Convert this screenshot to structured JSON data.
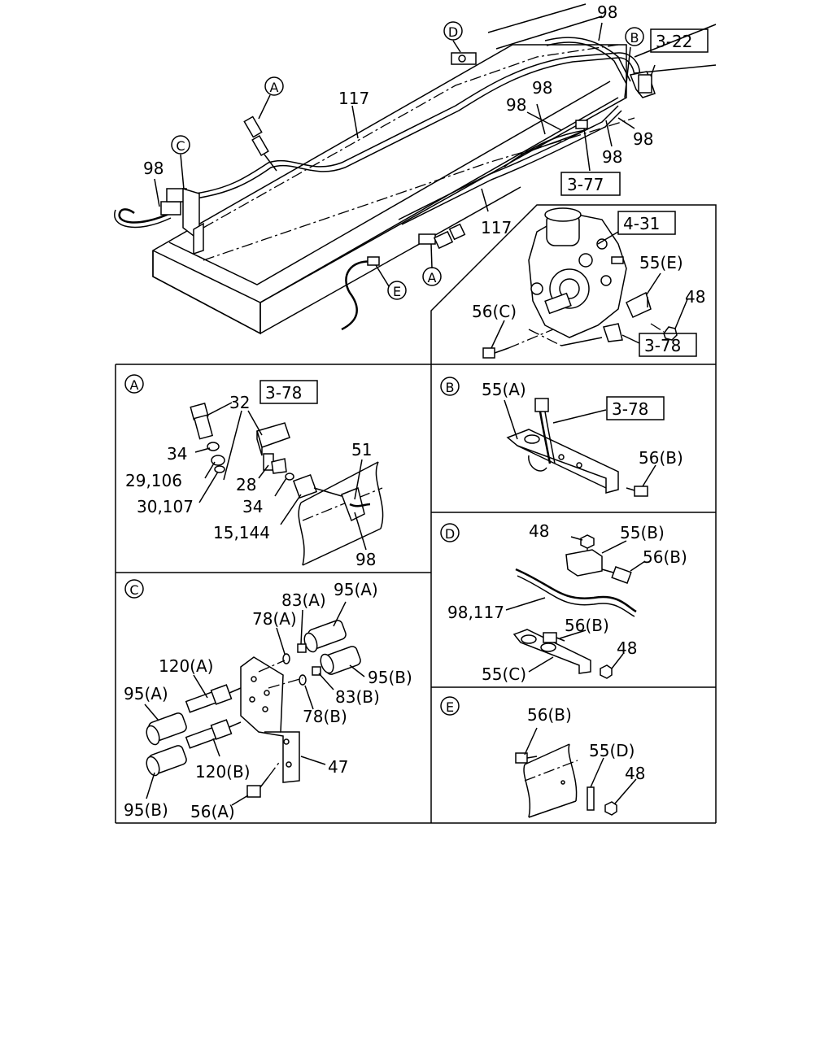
{
  "main_view": {
    "labels": {
      "l98_top": "98",
      "l98_a": "98",
      "l98_b": "98",
      "l98_c": "98",
      "l98_d": "98",
      "l98_left": "98",
      "l117_top": "117",
      "l117_bottom": "117",
      "ref_3_22": "3-22",
      "ref_3_77": "3-77"
    },
    "callouts": {
      "a_top": "A",
      "a_bottom": "A",
      "b": "B",
      "c": "C",
      "d": "D",
      "e": "E"
    }
  },
  "pump_view": {
    "ref_4_31": "4-31",
    "ref_3_78": "3-78",
    "l55e": "55(E)",
    "l48": "48",
    "l56c": "56(C)"
  },
  "detail_a": {
    "tag": "A",
    "ref_3_78": "3-78",
    "l32": "32",
    "l34a": "34",
    "l29_106": "29,106",
    "l30_107": "30,107",
    "l28": "28",
    "l34b": "34",
    "l15_144": "15,144",
    "l51": "51",
    "l98": "98"
  },
  "detail_b": {
    "tag": "B",
    "l55a": "55(A)",
    "ref_3_78": "3-78",
    "l56b": "56(B)"
  },
  "detail_c": {
    "tag": "C",
    "l83a": "83(A)",
    "l95a_top": "95(A)",
    "l78a": "78(A)",
    "l120a": "120(A)",
    "l95a_left": "95(A)",
    "l95b_right": "95(B)",
    "l83b": "83(B)",
    "l78b": "78(B)",
    "l47": "47",
    "l120b": "120(B)",
    "l95b_left": "95(B)",
    "l56a": "56(A)"
  },
  "detail_d": {
    "tag": "D",
    "l48a": "48",
    "l55b": "55(B)",
    "l56b_top": "56(B)",
    "l98_117": "98,117",
    "l56b_mid": "56(B)",
    "l48b": "48",
    "l55c": "55(C)"
  },
  "detail_e": {
    "tag": "E",
    "l56b": "56(B)",
    "l55d": "55(D)",
    "l48": "48"
  }
}
